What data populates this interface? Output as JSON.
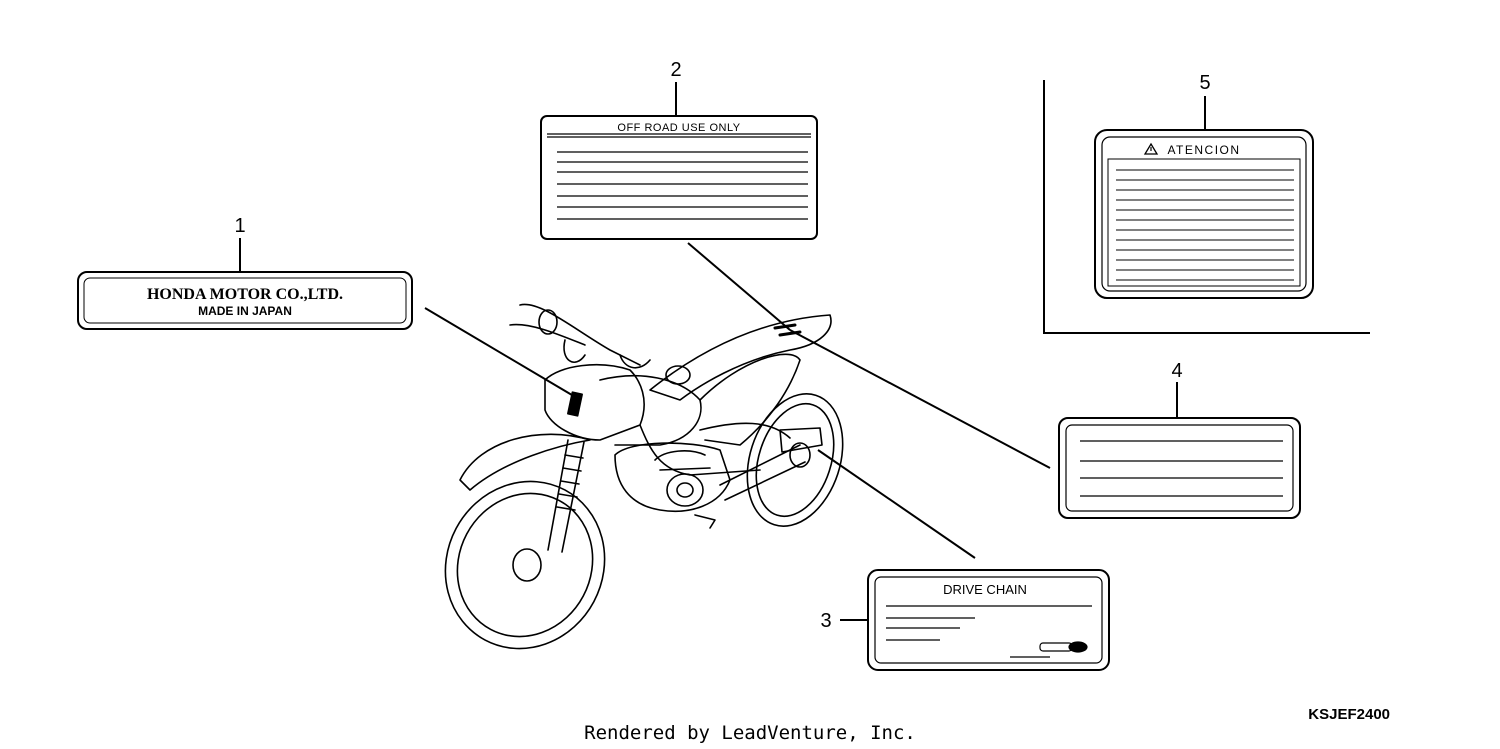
{
  "callouts": {
    "part1": "1",
    "part2": "2",
    "part3": "3",
    "part4": "4",
    "part5": "5"
  },
  "labels": {
    "part1_line1": "HONDA MOTOR CO.,LTD.",
    "part1_line2": "MADE IN JAPAN",
    "part2_title": "OFF ROAD  USE ONLY",
    "part3_title": "DRIVE CHAIN",
    "part5_title": "ATENCION"
  },
  "diagram_code": "KSJEF2400",
  "footer_credit": "Rendered by LeadVenture, Inc.",
  "icons": {
    "warning": "warning-triangle-icon",
    "chain_tool": "chain-adjuster-icon"
  }
}
